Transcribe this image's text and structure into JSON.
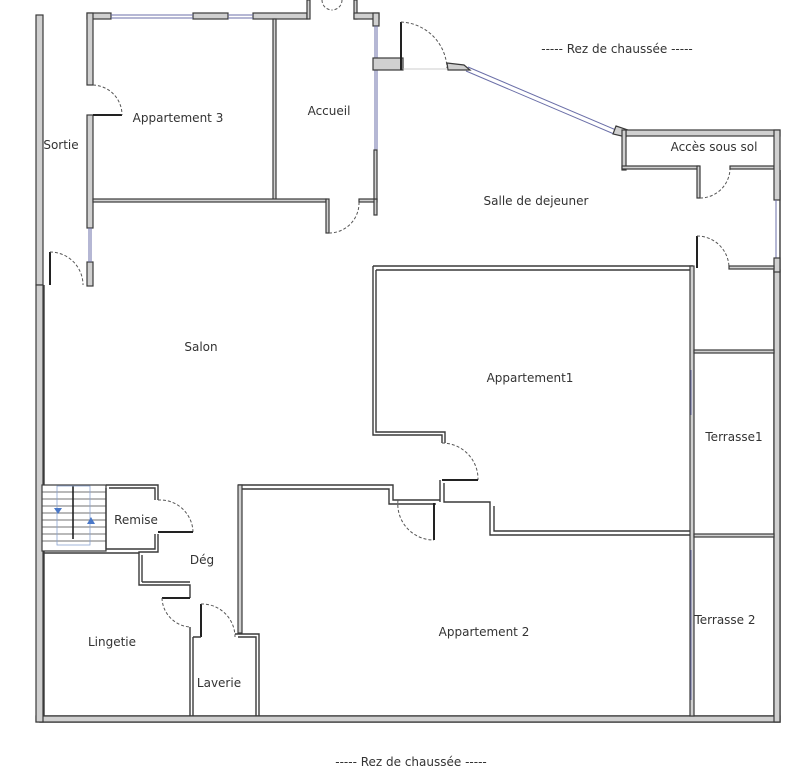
{
  "plan": {
    "title_top": "-----  Rez de chaussée  -----",
    "title_bottom": "-----  Rez de chaussée  -----",
    "colors": {
      "wall_fill": "#d0d0d0",
      "wall_stroke": "#3a3a3a",
      "window": "#6b6fa8",
      "stair_arrow": "#4a78c8"
    }
  },
  "rooms": [
    {
      "id": "sortie",
      "label": "Sortie"
    },
    {
      "id": "appartement-3",
      "label": "Appartement 3"
    },
    {
      "id": "accueil",
      "label": "Accueil"
    },
    {
      "id": "salle-de-dejeuner",
      "label": "Salle de dejeuner"
    },
    {
      "id": "acces-sous-sol",
      "label": "Accès sous sol"
    },
    {
      "id": "salon",
      "label": "Salon"
    },
    {
      "id": "appartement-1",
      "label": "Appartement1"
    },
    {
      "id": "terrasse-1",
      "label": "Terrasse1"
    },
    {
      "id": "remise",
      "label": "Remise"
    },
    {
      "id": "deg",
      "label": "Dég"
    },
    {
      "id": "lingetie",
      "label": "Lingetie"
    },
    {
      "id": "laverie",
      "label": "Laverie"
    },
    {
      "id": "appartement-2",
      "label": "Appartement 2"
    },
    {
      "id": "terrasse-2",
      "label": "Terrasse 2"
    }
  ]
}
